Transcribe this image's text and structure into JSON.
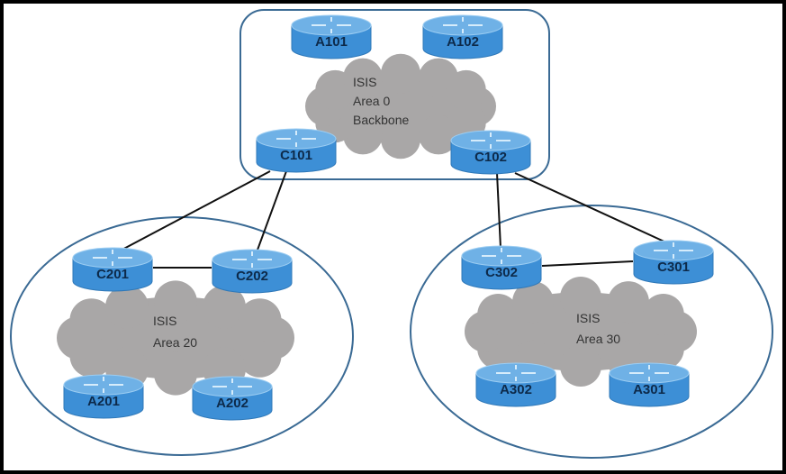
{
  "colors": {
    "router_top": "#6fb1e6",
    "router_side": "#3d8fd6",
    "cloud": "#a9a7a7",
    "boundary": "#3a6a94",
    "link": "#111111"
  },
  "areas": [
    {
      "id": "area0",
      "label_lines": [
        "ISIS",
        "Area 0",
        "Backbone"
      ],
      "shape": "rounded-rectangle"
    },
    {
      "id": "area20",
      "label_lines": [
        "ISIS",
        "Area 20"
      ],
      "shape": "ellipse"
    },
    {
      "id": "area30",
      "label_lines": [
        "ISIS",
        "Area 30"
      ],
      "shape": "ellipse"
    }
  ],
  "routers": [
    {
      "name": "A101",
      "area": "area0",
      "icon": "router-icon"
    },
    {
      "name": "A102",
      "area": "area0",
      "icon": "router-icon"
    },
    {
      "name": "C101",
      "area": "area0",
      "icon": "router-icon"
    },
    {
      "name": "C102",
      "area": "area0",
      "icon": "router-icon"
    },
    {
      "name": "C201",
      "area": "area20",
      "icon": "router-icon"
    },
    {
      "name": "C202",
      "area": "area20",
      "icon": "router-icon"
    },
    {
      "name": "A201",
      "area": "area20",
      "icon": "router-icon"
    },
    {
      "name": "A202",
      "area": "area20",
      "icon": "router-icon"
    },
    {
      "name": "C302",
      "area": "area30",
      "icon": "router-icon"
    },
    {
      "name": "C301",
      "area": "area30",
      "icon": "router-icon"
    },
    {
      "name": "A302",
      "area": "area30",
      "icon": "router-icon"
    },
    {
      "name": "A301",
      "area": "area30",
      "icon": "router-icon"
    }
  ],
  "links": [
    [
      "C101",
      "C201"
    ],
    [
      "C101",
      "C202"
    ],
    [
      "C201",
      "C202"
    ],
    [
      "C102",
      "C302"
    ],
    [
      "C102",
      "C301"
    ],
    [
      "C302",
      "C301"
    ]
  ]
}
